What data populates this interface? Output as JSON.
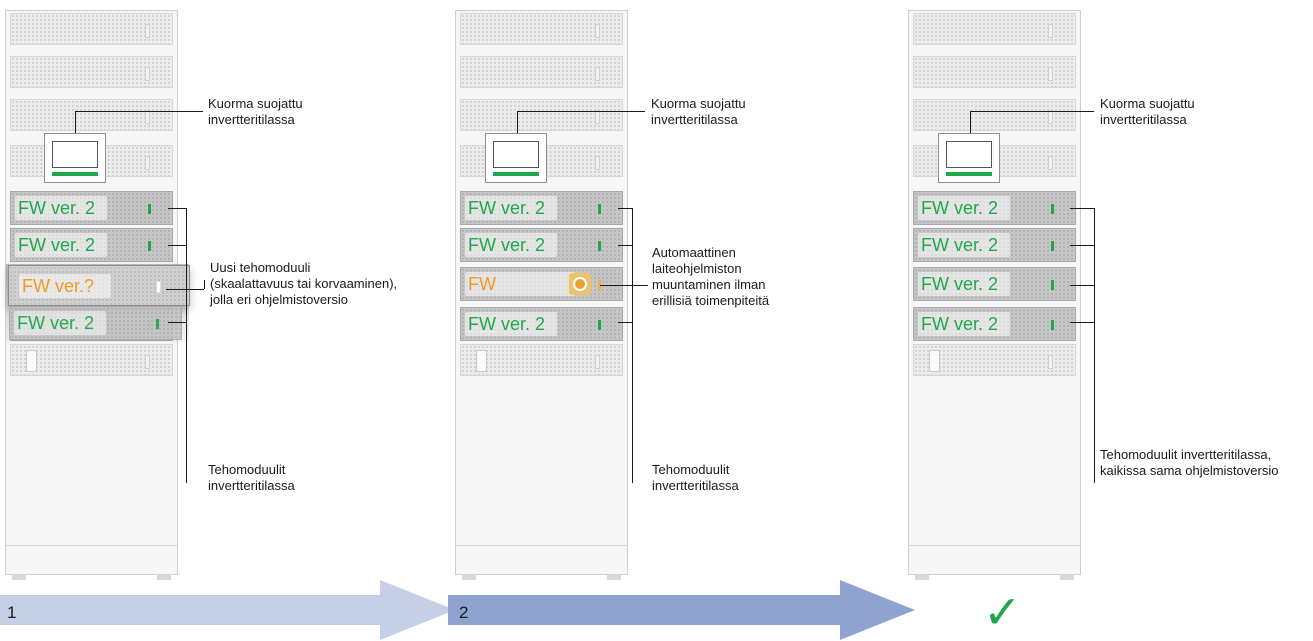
{
  "cabinets": [
    {
      "modules": [
        {
          "label": "FW ver. 2",
          "color": "#1fa84a",
          "led": "green"
        },
        {
          "label": "FW ver. 2",
          "color": "#1fa84a",
          "led": "green"
        },
        {
          "label": "FW ver.?",
          "color": "#f29a1f",
          "led": "white"
        },
        {
          "label": "FW ver. 2",
          "color": "#1fa84a",
          "led": "green"
        }
      ],
      "callout_load": "Kuorma suojattu\ninvertteritilassa",
      "callout_new_module": "Uusi tehomoduuli\n(skaalattavuus tai korvaaminen),\njolla eri ohjelmistoversio",
      "callout_modules": "Tehomoduulit\ninvertteritilassa"
    },
    {
      "modules": [
        {
          "label": "FW ver. 2",
          "color": "#1fa84a",
          "led": "green"
        },
        {
          "label": "FW ver. 2",
          "color": "#1fa84a",
          "led": "green"
        },
        {
          "label": "FW",
          "color": "#f29a1f",
          "led": "orange",
          "icon": "firmware-update-gear-icon"
        },
        {
          "label": "FW ver. 2",
          "color": "#1fa84a",
          "led": "green"
        }
      ],
      "callout_load": "Kuorma suojattu\ninvertteritilassa",
      "callout_auto": "Automaattinen\nlaiteohjelmiston\nmuuntaminen ilman\nerillisiä toimenpiteitä",
      "callout_modules": "Tehomoduulit\ninvertteritilassa"
    },
    {
      "modules": [
        {
          "label": "FW ver. 2",
          "color": "#1fa84a",
          "led": "green"
        },
        {
          "label": "FW ver. 2",
          "color": "#1fa84a",
          "led": "green"
        },
        {
          "label": "FW ver. 2",
          "color": "#1fa84a",
          "led": "green"
        },
        {
          "label": "FW ver. 2",
          "color": "#1fa84a",
          "led": "green"
        }
      ],
      "callout_load": "Kuorma suojattu\ninvertteritilassa",
      "callout_modules": "Tehomoduulit invertteritilassa,\nkaikissa sama ohjelmistoversio"
    }
  ],
  "steps": {
    "step1": "1",
    "step2": "2",
    "done_icon": "checkmark-icon"
  },
  "colors": {
    "green": "#1fa84a",
    "orange": "#f29a1f",
    "arrow_light": "#c5d0e6",
    "arrow_dark": "#8ea3d0"
  }
}
